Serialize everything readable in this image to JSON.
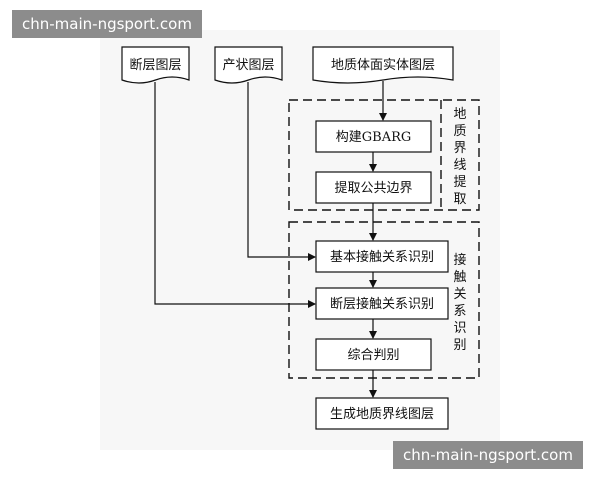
{
  "watermark": {
    "text": "chn-main-ngsport.com"
  },
  "inputs": {
    "fault_layer": "断层图层",
    "attitude_layer": "产状图层",
    "body_layer": "地质体面实体图层"
  },
  "group_boundary": {
    "label_chars": [
      "地",
      "质",
      "界",
      "线",
      "提",
      "取"
    ],
    "steps": {
      "build_gbarg": "构建GBARG",
      "extract_common": "提取公共边界"
    }
  },
  "group_contact": {
    "label_chars": [
      "接",
      "触",
      "关",
      "系",
      "识",
      "别"
    ],
    "steps": {
      "basic_contact": "基本接触关系识别",
      "fault_contact": "断层接触关系识别",
      "judge": "综合判别"
    }
  },
  "output": {
    "generate": "生成地质界线图层"
  },
  "colors": {
    "line": "#111111",
    "box_fill": "#ffffff",
    "watermark_bg": "#8c8c8c"
  }
}
